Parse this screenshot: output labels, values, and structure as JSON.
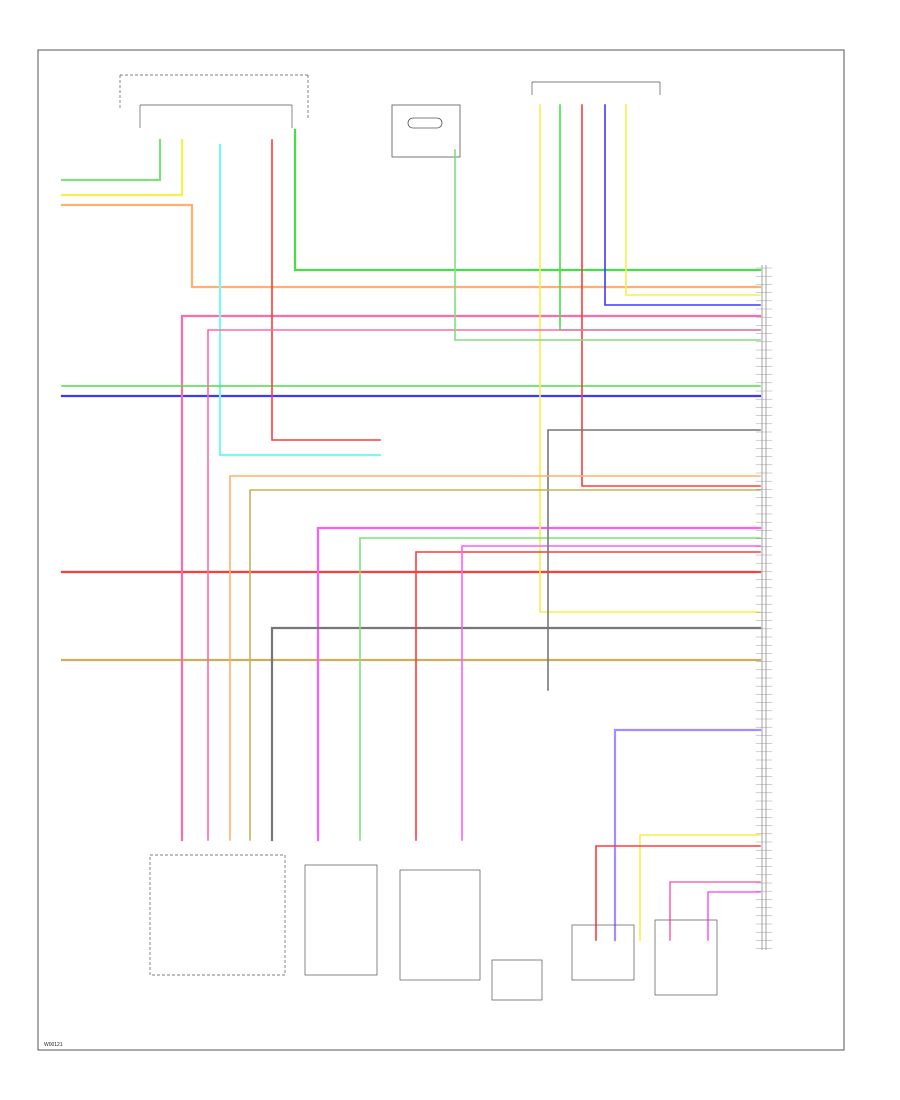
{
  "figure_id": "W00121",
  "colors": {
    "frame": "#555555",
    "box": "#777777",
    "text": "#222222",
    "red": "#ff3b3b",
    "green": "#46e046",
    "blue": "#3a3aff",
    "yellow": "#f5f04a",
    "orange": "#ffb070",
    "pink": "#ff6aa8",
    "magenta": "#ff5cff",
    "cyan": "#7ff7f0",
    "lime": "#7fe07f",
    "tan": "#c9b15a",
    "gray": "#777777",
    "violet": "#a98bff"
  },
  "wires": [
    {
      "id": "orange-top",
      "color": "orange"
    },
    {
      "id": "green-top",
      "color": "green"
    },
    {
      "id": "lime-left",
      "color": "lime"
    },
    {
      "id": "yellow-left",
      "color": "yellow"
    },
    {
      "id": "red-main",
      "color": "red"
    },
    {
      "id": "blue-main",
      "color": "blue"
    },
    {
      "id": "tan-main",
      "color": "tan"
    },
    {
      "id": "pink-left",
      "color": "pink"
    },
    {
      "id": "magenta-mid",
      "color": "magenta"
    },
    {
      "id": "cyan-left",
      "color": "cyan"
    },
    {
      "id": "gray-bus",
      "color": "gray"
    },
    {
      "id": "violet-low",
      "color": "violet"
    }
  ]
}
